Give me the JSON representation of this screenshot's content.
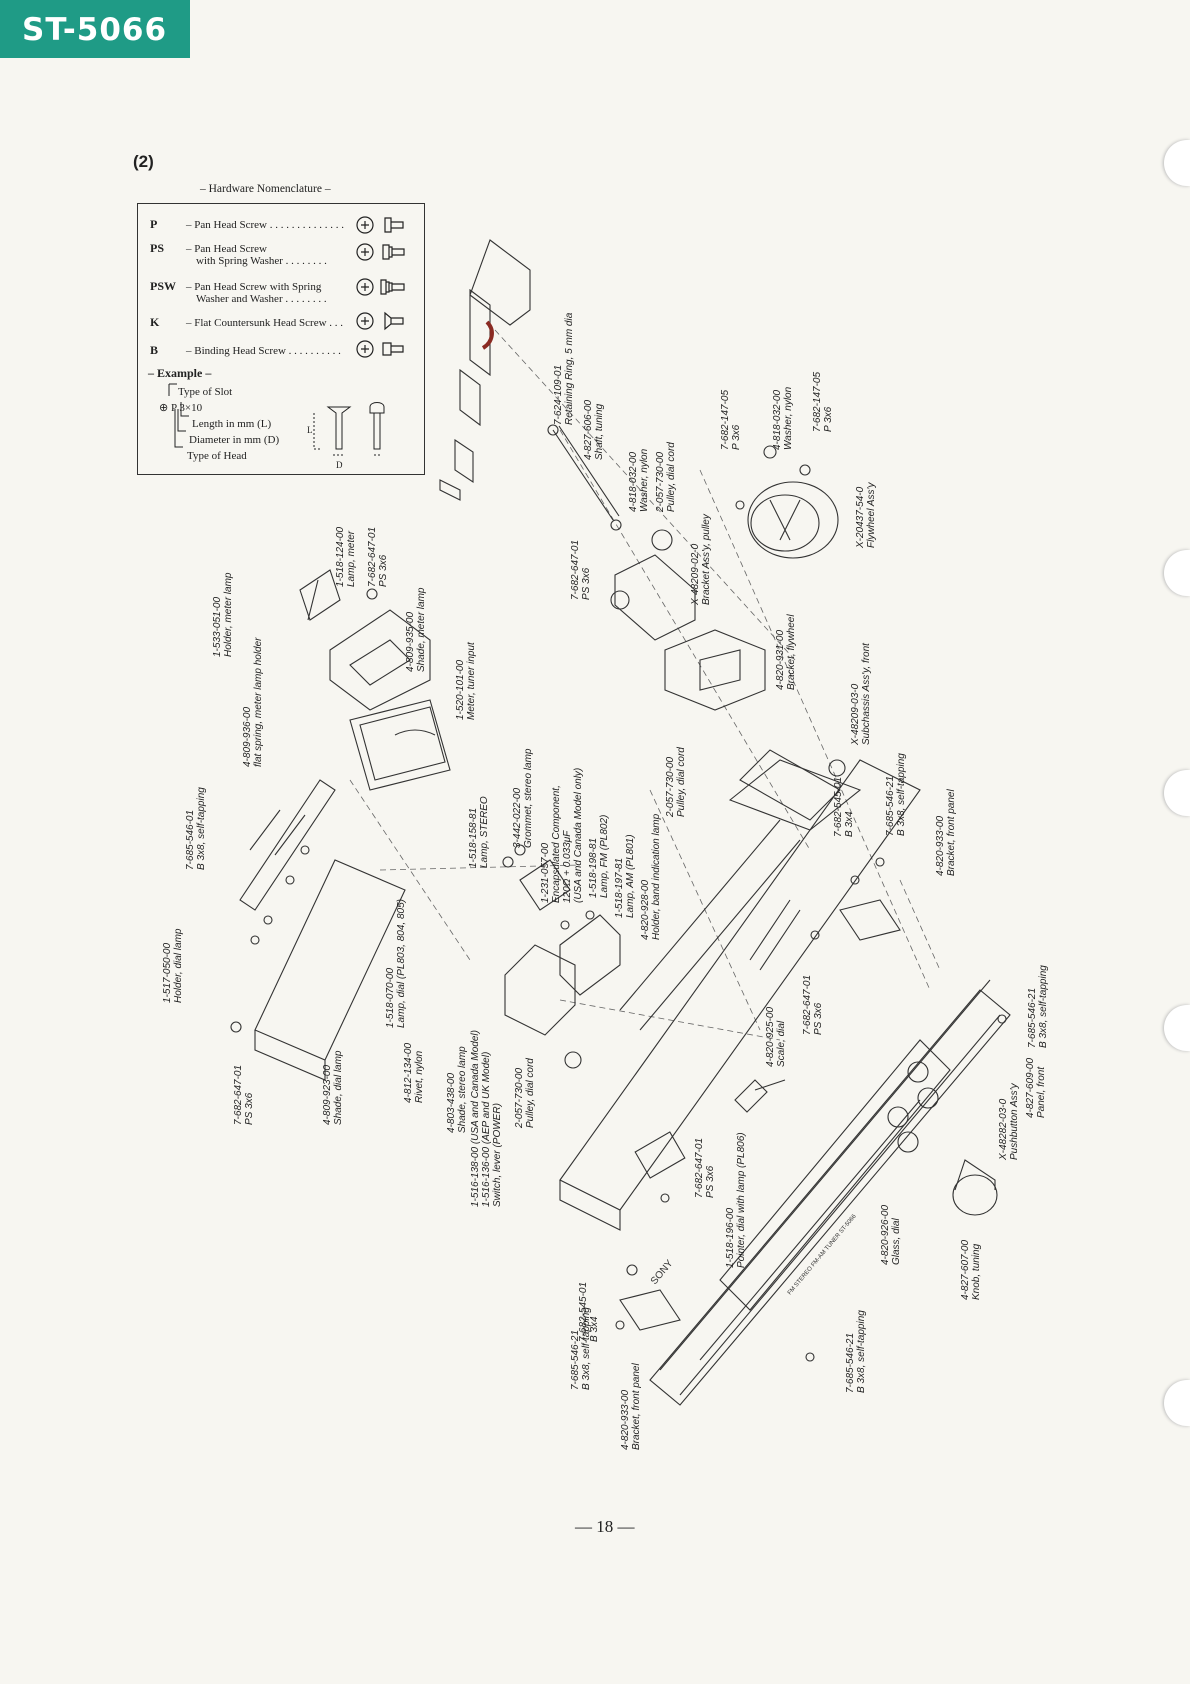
{
  "header": {
    "model": "ST-5066",
    "section": "(2)"
  },
  "hardware": {
    "title": "– Hardware Nomenclature –",
    "items": [
      {
        "code": "P",
        "line1": "–  Pan Head Screw . . . . . . . . . . . . . .",
        "line2": ""
      },
      {
        "code": "PS",
        "line1": "–  Pan Head Screw",
        "line2": "with Spring Washer  . . . . . . . ."
      },
      {
        "code": "PSW",
        "line1": "– Pan Head Screw with Spring",
        "line2": "Washer and Washer  . . . . . . . ."
      },
      {
        "code": "K",
        "line1": "–  Flat Countersunk Head Screw . . .",
        "line2": ""
      },
      {
        "code": "B",
        "line1": "–  Binding Head Screw  . . . . . . . . . .",
        "line2": ""
      }
    ],
    "example_title": "– Example –",
    "example": {
      "type_of_slot": "Type of Slot",
      "spec": "⊕ P 3×10",
      "length": "Length in mm (L)",
      "diameter": "Diameter in mm (D)",
      "type_of_head": "Type of Head",
      "dim_l": "L",
      "dim_d": "D"
    }
  },
  "parts": [
    {
      "id": "p01",
      "text": "7-624-109-01\nRetaining Ring, 5 mm dia"
    },
    {
      "id": "p02",
      "text": "4-827-606-00\nShaft, tuning"
    },
    {
      "id": "p03",
      "text": "4-818-032-00\nWasher, nylon"
    },
    {
      "id": "p04",
      "text": "2-057-730-00\nPulley, dial cord"
    },
    {
      "id": "p05",
      "text": "7-682-147-05\nP 3x6"
    },
    {
      "id": "p06",
      "text": "4-818-032-00\nWasher, nylon"
    },
    {
      "id": "p07",
      "text": "7-682-147-05\nP 3x6"
    },
    {
      "id": "p08",
      "text": "X-20437-54-0\nFlywheel Ass'y"
    },
    {
      "id": "p09",
      "text": "7-682-647-01\nPS 3x6"
    },
    {
      "id": "p10",
      "text": "X-48209-02-0\nBracket Ass'y, pulley"
    },
    {
      "id": "p11",
      "text": "4-820-931-00\nBracket, flywheel"
    },
    {
      "id": "p12",
      "text": "X-48209-03-0\nSubchassis Ass'y, front"
    },
    {
      "id": "p13",
      "text": "1-518-124-00\nLamp, meter"
    },
    {
      "id": "p14",
      "text": "7-682-647-01\nPS 3x6"
    },
    {
      "id": "p15",
      "text": "1-533-051-00\nHolder, meter lamp"
    },
    {
      "id": "p16",
      "text": "4-809-935-00\nShade, meter lamp"
    },
    {
      "id": "p17",
      "text": "1-520-101-00\nMeter, tuner input"
    },
    {
      "id": "p18",
      "text": "4-809-936-00\nflat spring, meter lamp holder"
    },
    {
      "id": "p19",
      "text": "7-685-546-01\nB 3x8, self-tapping"
    },
    {
      "id": "p20",
      "text": "1-517-050-00\nHolder, dial lamp"
    },
    {
      "id": "p21",
      "text": "1-518-070-00\nLamp, dial (PL803, 804, 805)"
    },
    {
      "id": "p22",
      "text": "7-682-647-01\nPS 3x6"
    },
    {
      "id": "p23",
      "text": "4-809-923-00\nShade, dial lamp"
    },
    {
      "id": "p24",
      "text": "4-812-134-00\nRivet, nylon"
    },
    {
      "id": "p25",
      "text": "4-803-438-00\nShade, stereo lamp"
    },
    {
      "id": "p26",
      "text": "1-518-158-81\nLamp, STEREO"
    },
    {
      "id": "p27",
      "text": "3-442-022-00\nGrommet, stereo lamp"
    },
    {
      "id": "p28",
      "text": "1-231-057-00\nEncapsulated Component,\n120Ω + 0.033μF\n(USA and Canada Model only)"
    },
    {
      "id": "p29",
      "text": "1-518-198-81\nLamp, FM (PL802)"
    },
    {
      "id": "p30",
      "text": "1-518-197-81\nLamp, AM (PL801)"
    },
    {
      "id": "p31",
      "text": "4-820-928-00\nHolder, band indication lamp"
    },
    {
      "id": "p32",
      "text": "2-057-730-00\nPulley, dial cord"
    },
    {
      "id": "p33",
      "text": "7-682-545-01\nB 3x4"
    },
    {
      "id": "p34",
      "text": "7-685-546-21\nB 3x8, self-tapping"
    },
    {
      "id": "p35",
      "text": "4-820-933-00\nBracket, front panel"
    },
    {
      "id": "p36",
      "text": "7-682-647-01\nPS 3x6"
    },
    {
      "id": "p37",
      "text": "4-820-925-00\nScale, dial"
    },
    {
      "id": "p38",
      "text": "2-057-730-00\nPulley, dial cord"
    },
    {
      "id": "p39",
      "text": "1-516-138-00 (USA and Canada Model)\n1-516-136-00 (AEP and UK Model)\nSwitch, lever (POWER)"
    },
    {
      "id": "p40",
      "text": "7-682-647-01\nPS 3x6"
    },
    {
      "id": "p41",
      "text": "1-518-196-00\nPointer, dial with lamp (PL806)"
    },
    {
      "id": "p42",
      "text": "7-682-545-01\nB 3x4"
    },
    {
      "id": "p43",
      "text": "7-685-546-21\nB 3x8, self-tapping"
    },
    {
      "id": "p44",
      "text": "4-820-933-00\nBracket, front panel"
    },
    {
      "id": "p45",
      "text": "4-820-926-00\nGlass, dial"
    },
    {
      "id": "p46",
      "text": "7-685-546-21\nB 3x8, self-tapping"
    },
    {
      "id": "p47",
      "text": "7-685-546-21\nB 3x8, self-tapping"
    },
    {
      "id": "p48",
      "text": "4-827-609-00\nPanel, front"
    },
    {
      "id": "p49",
      "text": "X-48282-03-0\nPushbutton Ass'y"
    },
    {
      "id": "p50",
      "text": "4-827-607-00\nKnob, tuning"
    }
  ],
  "panel_marks": {
    "brand": "SONY",
    "model_plate": "FM STEREO FM-AM TUNER  ST-5066"
  },
  "footer": {
    "page_number": "— 18 —"
  }
}
